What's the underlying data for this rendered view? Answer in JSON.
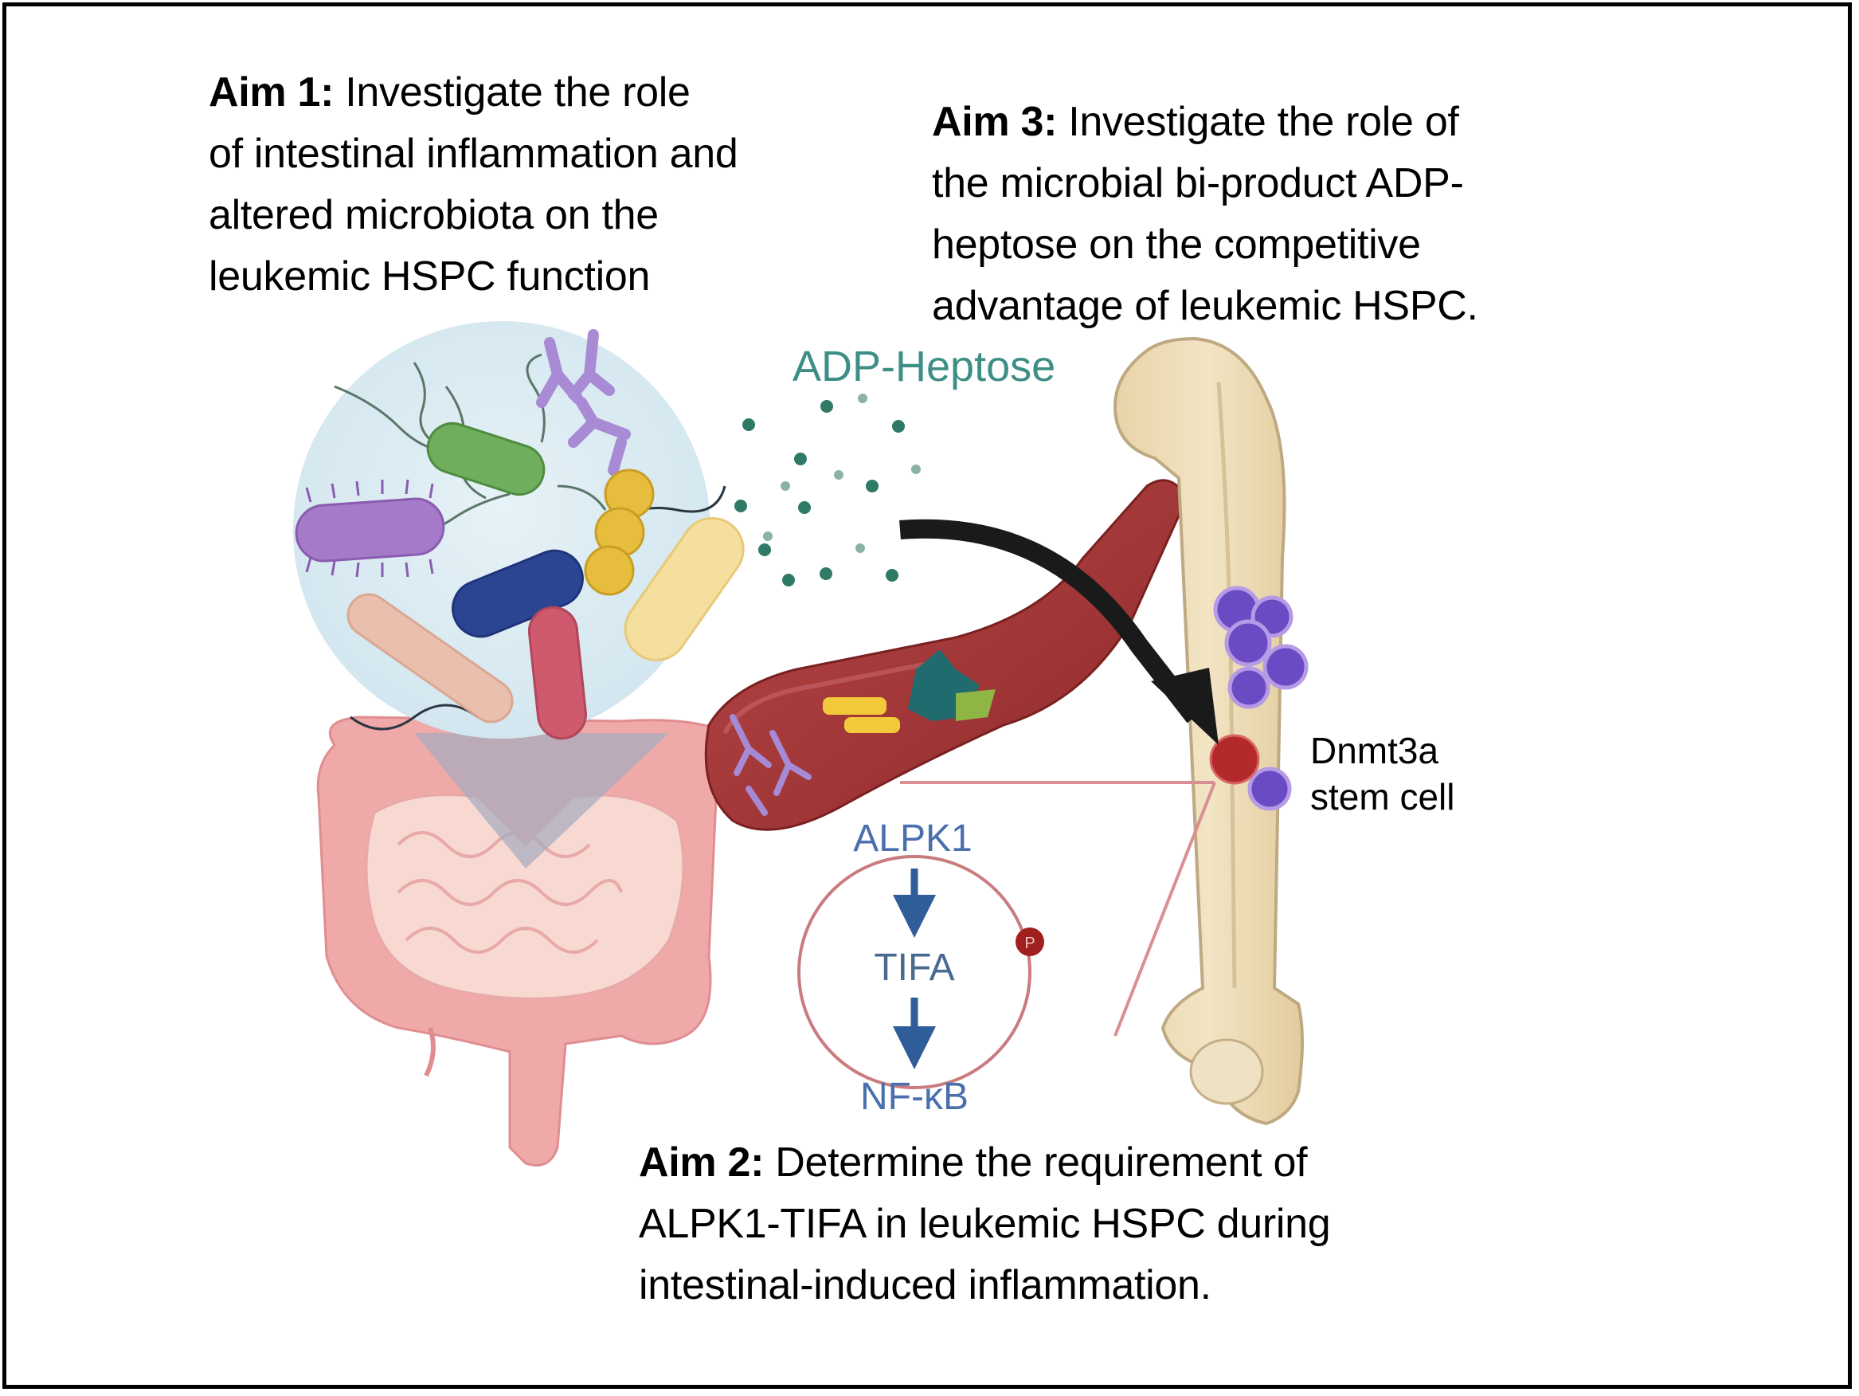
{
  "aims": [
    {
      "id": "aim1",
      "label": "Aim 1:",
      "text": " Investigate the role of intestinal inflammation and altered microbiota on the leukemic HSPC function",
      "lines": [
        "Investigate the role",
        "of intestinal inflammation and",
        "altered microbiota on the",
        "leukemic HSPC function"
      ]
    },
    {
      "id": "aim2",
      "label": "Aim 2:",
      "text": " Determine the requirement of ALPK1-TIFA in leukemic HSPC during intestinal-induced inflammation.",
      "lines": [
        "Determine the requirement of",
        "ALPK1-TIFA in leukemic HSPC during",
        "intestinal-induced inflammation."
      ]
    },
    {
      "id": "aim3",
      "label": "Aim 3:",
      "text": " Investigate the role of the microbial bi-product ADP-heptose on the competitive advantage of leukemic HSPC.",
      "lines": [
        "Investigate the role of",
        "the microbial bi-product ADP-",
        "heptose on the competitive",
        "advantage of leukemic HSPC."
      ]
    }
  ],
  "illustration": {
    "molecule_label": "ADP-Heptose",
    "pathway": [
      "ALPK1",
      "TIFA",
      "NF-κB"
    ],
    "phospho_badge": "P",
    "stem_cell_label_line1": "Dnmt3a",
    "stem_cell_label_line2": "stem cell",
    "components": [
      "gut-microbiota-bubble",
      "intestines",
      "blood-vessel",
      "femur-bone",
      "hspc-cluster",
      "signaling-callout"
    ]
  },
  "colors": {
    "text": "#000000",
    "molecule_teal": "#3d8f86",
    "pathway_blue": "#4a6fae",
    "arrow_blue": "#2f5d9a",
    "vessel_red": "#a83a3a",
    "bone_tan": "#ecdcb4",
    "hspc_purple": "#6a4bc4",
    "stem_red": "#b42a2a",
    "callout_line": "#d98f94",
    "gut_pink": "#f2b3b3",
    "bubble_blue": "#dcebf2"
  }
}
